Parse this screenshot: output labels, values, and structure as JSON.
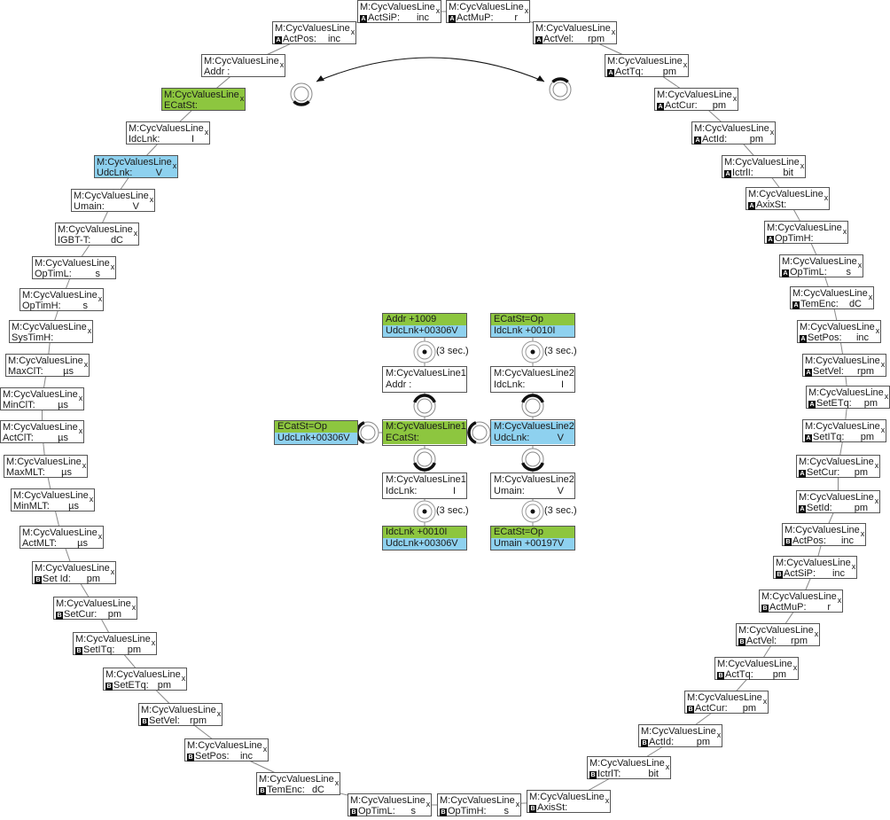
{
  "ring_left": [
    {
      "id": "L0",
      "line1": "M:CycValuesLine",
      "sub": "x",
      "badge": "A",
      "label": "ActPos:",
      "unit": "inc"
    },
    {
      "id": "L1",
      "line1": "M:CycValuesLine",
      "sub": "x",
      "badge": "",
      "label": "Addr    :",
      "unit": ""
    },
    {
      "id": "L2",
      "line1": "M:CycValuesLine",
      "sub": "x",
      "badge": "",
      "label": "ECatSt:",
      "unit": "",
      "color": "green"
    },
    {
      "id": "L3",
      "line1": "M:CycValuesLine",
      "sub": "x",
      "badge": "",
      "label": "IdcLnk:",
      "unit": "I"
    },
    {
      "id": "L4",
      "line1": "M:CycValuesLine",
      "sub": "x",
      "badge": "",
      "label": "UdcLnk:",
      "unit": "V",
      "color": "blue"
    },
    {
      "id": "L5",
      "line1": "M:CycValuesLine",
      "sub": "x",
      "badge": "",
      "label": "Umain:",
      "unit": "V"
    },
    {
      "id": "L6",
      "line1": "M:CycValuesLine",
      "sub": "x",
      "badge": "",
      "label": "IGBT-T:",
      "unit": "dC"
    },
    {
      "id": "L7",
      "line1": "M:CycValuesLine",
      "sub": "x",
      "badge": "",
      "label": "OpTimL:",
      "unit": "s"
    },
    {
      "id": "L8",
      "line1": "M:CycValuesLine",
      "sub": "x",
      "badge": "",
      "label": "OpTimH:",
      "unit": "s"
    },
    {
      "id": "L9",
      "line1": "M:CycValuesLine",
      "sub": "x",
      "badge": "",
      "label": "SysTimH:",
      "unit": ""
    },
    {
      "id": "L10",
      "line1": "M:CycValuesLine",
      "sub": "x",
      "badge": "",
      "label": "MaxClT:",
      "unit": "µs"
    },
    {
      "id": "L11",
      "line1": "M:CycValuesLine",
      "sub": "x",
      "badge": "",
      "label": "MinClT:",
      "unit": "µs"
    },
    {
      "id": "L12",
      "line1": "M:CycValuesLine",
      "sub": "x",
      "badge": "",
      "label": "ActClT:",
      "unit": "µs"
    },
    {
      "id": "L13",
      "line1": "M:CycValuesLine",
      "sub": "x",
      "badge": "",
      "label": "MaxMLT:",
      "unit": "µs"
    },
    {
      "id": "L14",
      "line1": "M:CycValuesLine",
      "sub": "x",
      "badge": "",
      "label": "MinMLT:",
      "unit": "µs"
    },
    {
      "id": "L15",
      "line1": "M:CycValuesLine",
      "sub": "x",
      "badge": "",
      "label": "ActMLT:",
      "unit": "µs"
    },
    {
      "id": "L16",
      "line1": "M:CycValuesLine",
      "sub": "x",
      "badge": "B",
      "label": "Set Id:",
      "unit": "pm"
    },
    {
      "id": "L17",
      "line1": "M:CycValuesLine",
      "sub": "x",
      "badge": "B",
      "label": "SetCur:",
      "unit": "pm"
    },
    {
      "id": "L18",
      "line1": "M:CycValuesLine",
      "sub": "x",
      "badge": "B",
      "label": "SetITq:",
      "unit": "pm"
    },
    {
      "id": "L19",
      "line1": "M:CycValuesLine",
      "sub": "x",
      "badge": "B",
      "label": "SetETq:",
      "unit": "pm"
    },
    {
      "id": "L20",
      "line1": "M:CycValuesLine",
      "sub": "x",
      "badge": "B",
      "label": "SetVel:",
      "unit": "rpm"
    },
    {
      "id": "L21",
      "line1": "M:CycValuesLine",
      "sub": "x",
      "badge": "B",
      "label": "SetPos:",
      "unit": "inc"
    },
    {
      "id": "L22",
      "line1": "M:CycValuesLine",
      "sub": "x",
      "badge": "B",
      "label": "TemEnc:",
      "unit": "dC"
    },
    {
      "id": "L23",
      "line1": "M:CycValuesLine",
      "sub": "x",
      "badge": "B",
      "label": "OpTimL:",
      "unit": "s"
    }
  ],
  "ring_right": [
    {
      "id": "R0",
      "line1": "M:CycValuesLine",
      "sub": "x",
      "badge": "A",
      "label": "ActSiP:",
      "unit": "inc"
    },
    {
      "id": "R1",
      "line1": "M:CycValuesLine",
      "sub": "x",
      "badge": "A",
      "label": "ActMuP:",
      "unit": "r"
    },
    {
      "id": "R2",
      "line1": "M:CycValuesLine",
      "sub": "x",
      "badge": "A",
      "label": "ActVel:",
      "unit": "rpm"
    },
    {
      "id": "R3",
      "line1": "M:CycValuesLine",
      "sub": "x",
      "badge": "A",
      "label": "ActTq:",
      "unit": "pm"
    },
    {
      "id": "R4",
      "line1": "M:CycValuesLine",
      "sub": "x",
      "badge": "A",
      "label": "ActCur:",
      "unit": "pm"
    },
    {
      "id": "R5",
      "line1": "M:CycValuesLine",
      "sub": "x",
      "badge": "A",
      "label": "ActId:",
      "unit": "pm"
    },
    {
      "id": "R6",
      "line1": "M:CycValuesLine",
      "sub": "x",
      "badge": "A",
      "label": "IctrlI:",
      "unit": "bit"
    },
    {
      "id": "R7",
      "line1": "M:CycValuesLine",
      "sub": "x",
      "badge": "A",
      "label": "AxixSt:",
      "unit": ""
    },
    {
      "id": "R8",
      "line1": "M:CycValuesLine",
      "sub": "x",
      "badge": "A",
      "label": "OpTimH:",
      "unit": ""
    },
    {
      "id": "R9",
      "line1": "M:CycValuesLine",
      "sub": "x",
      "badge": "A",
      "label": "OpTimL:",
      "unit": "s"
    },
    {
      "id": "R10",
      "line1": "M:CycValuesLine",
      "sub": "x",
      "badge": "A",
      "label": "TemEnc:",
      "unit": "dC"
    },
    {
      "id": "R11",
      "line1": "M:CycValuesLine",
      "sub": "x",
      "badge": "A",
      "label": "SetPos:",
      "unit": "inc"
    },
    {
      "id": "R12",
      "line1": "M:CycValuesLine",
      "sub": "x",
      "badge": "A",
      "label": "SetVel:",
      "unit": "rpm"
    },
    {
      "id": "R13",
      "line1": "M:CycValuesLine",
      "sub": "x",
      "badge": "A",
      "label": "SetETq:",
      "unit": "pm"
    },
    {
      "id": "R14",
      "line1": "M:CycValuesLine",
      "sub": "x",
      "badge": "A",
      "label": "SetITq:",
      "unit": "pm"
    },
    {
      "id": "R15",
      "line1": "M:CycValuesLine",
      "sub": "x",
      "badge": "A",
      "label": "SetCur:",
      "unit": "pm"
    },
    {
      "id": "R16",
      "line1": "M:CycValuesLine",
      "sub": "x",
      "badge": "A",
      "label": "SetId:",
      "unit": "pm"
    },
    {
      "id": "R17",
      "line1": "M:CycValuesLine",
      "sub": "x",
      "badge": "B",
      "label": "ActPos:",
      "unit": "inc"
    },
    {
      "id": "R18",
      "line1": "M:CycValuesLine",
      "sub": "x",
      "badge": "B",
      "label": "ActSiP:",
      "unit": "inc"
    },
    {
      "id": "R19",
      "line1": "M:CycValuesLine",
      "sub": "x",
      "badge": "B",
      "label": "ActMuP:",
      "unit": "r"
    },
    {
      "id": "R20",
      "line1": "M:CycValuesLine",
      "sub": "x",
      "badge": "B",
      "label": "ActVel:",
      "unit": "rpm"
    },
    {
      "id": "R21",
      "line1": "M:CycValuesLine",
      "sub": "x",
      "badge": "B",
      "label": "ActTq:",
      "unit": "pm"
    },
    {
      "id": "R22",
      "line1": "M:CycValuesLine",
      "sub": "x",
      "badge": "B",
      "label": "ActCur:",
      "unit": "pm"
    },
    {
      "id": "R23",
      "line1": "M:CycValuesLine",
      "sub": "x",
      "badge": "B",
      "label": "ActId:",
      "unit": "pm"
    },
    {
      "id": "R24",
      "line1": "M:CycValuesLine",
      "sub": "x",
      "badge": "B",
      "label": "IctrlT:",
      "unit": "bit"
    },
    {
      "id": "R25",
      "line1": "M:CycValuesLine",
      "sub": "x",
      "badge": "B",
      "label": "AxisSt:",
      "unit": ""
    },
    {
      "id": "R26",
      "line1": "M:CycValuesLine",
      "sub": "x",
      "badge": "B",
      "label": "OpTimH:",
      "unit": "s"
    }
  ],
  "center": {
    "top_left": {
      "row1": "Addr    +1009",
      "row2": "UdcLnk+00306V"
    },
    "top_right": {
      "row1": "ECatSt=Op",
      "row2": "IdcLnk +0010I"
    },
    "mid_left": {
      "row1": "ECatSt=Op",
      "row2": "UdcLnk+00306V"
    },
    "bot_left": {
      "row1": "IdcLnk +0010I",
      "row2": "UdcLnk+00306V"
    },
    "bot_right": {
      "row1": "ECatSt=Op",
      "row2": "Umain +00197V"
    },
    "col1": {
      "a": {
        "line1": "M:CycValuesLine1",
        "label": "Addr    :",
        "unit": ""
      },
      "b": {
        "line1": "M:CycValuesLine1",
        "label": "ECatSt:",
        "unit": ""
      },
      "c": {
        "line1": "M:CycValuesLine1",
        "label": "IdcLnk:",
        "unit": "I"
      }
    },
    "col2": {
      "a": {
        "line1": "M:CycValuesLine2",
        "label": "IdcLnk:",
        "unit": "I"
      },
      "b": {
        "line1": "M:CycValuesLine2",
        "label": "UdcLnk:",
        "unit": "V"
      },
      "c": {
        "line1": "M:CycValuesLine2",
        "label": "Umain:",
        "unit": "V"
      }
    },
    "sec_label": "(3 sec.)"
  },
  "colors": {
    "green": "#8dc63f",
    "blue": "#8ed1ef"
  }
}
